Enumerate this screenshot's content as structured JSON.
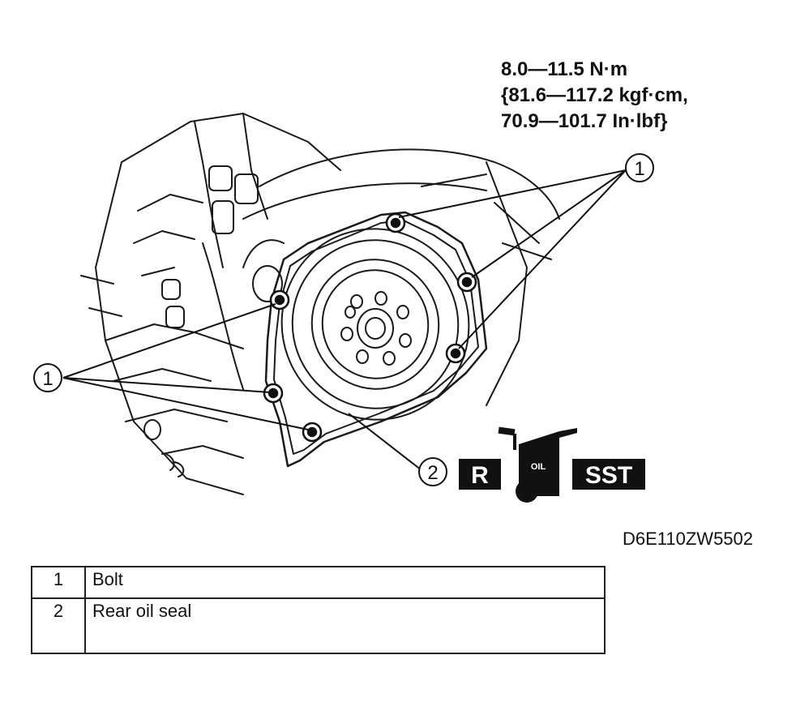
{
  "torque_spec": {
    "line1": "8.0—11.5 N·m",
    "line2": "{81.6—117.2 kgf·cm,",
    "line3": "70.9—101.7 In·lbf}"
  },
  "callouts": {
    "bolt": "1",
    "seal": "2"
  },
  "badges": {
    "replace": "R",
    "oil": "OIL",
    "sst": "SST"
  },
  "figure_code": "D6E110ZW5502",
  "legend": [
    {
      "num": "1",
      "label": "Bolt"
    },
    {
      "num": "2",
      "label": "Rear oil seal"
    }
  ]
}
